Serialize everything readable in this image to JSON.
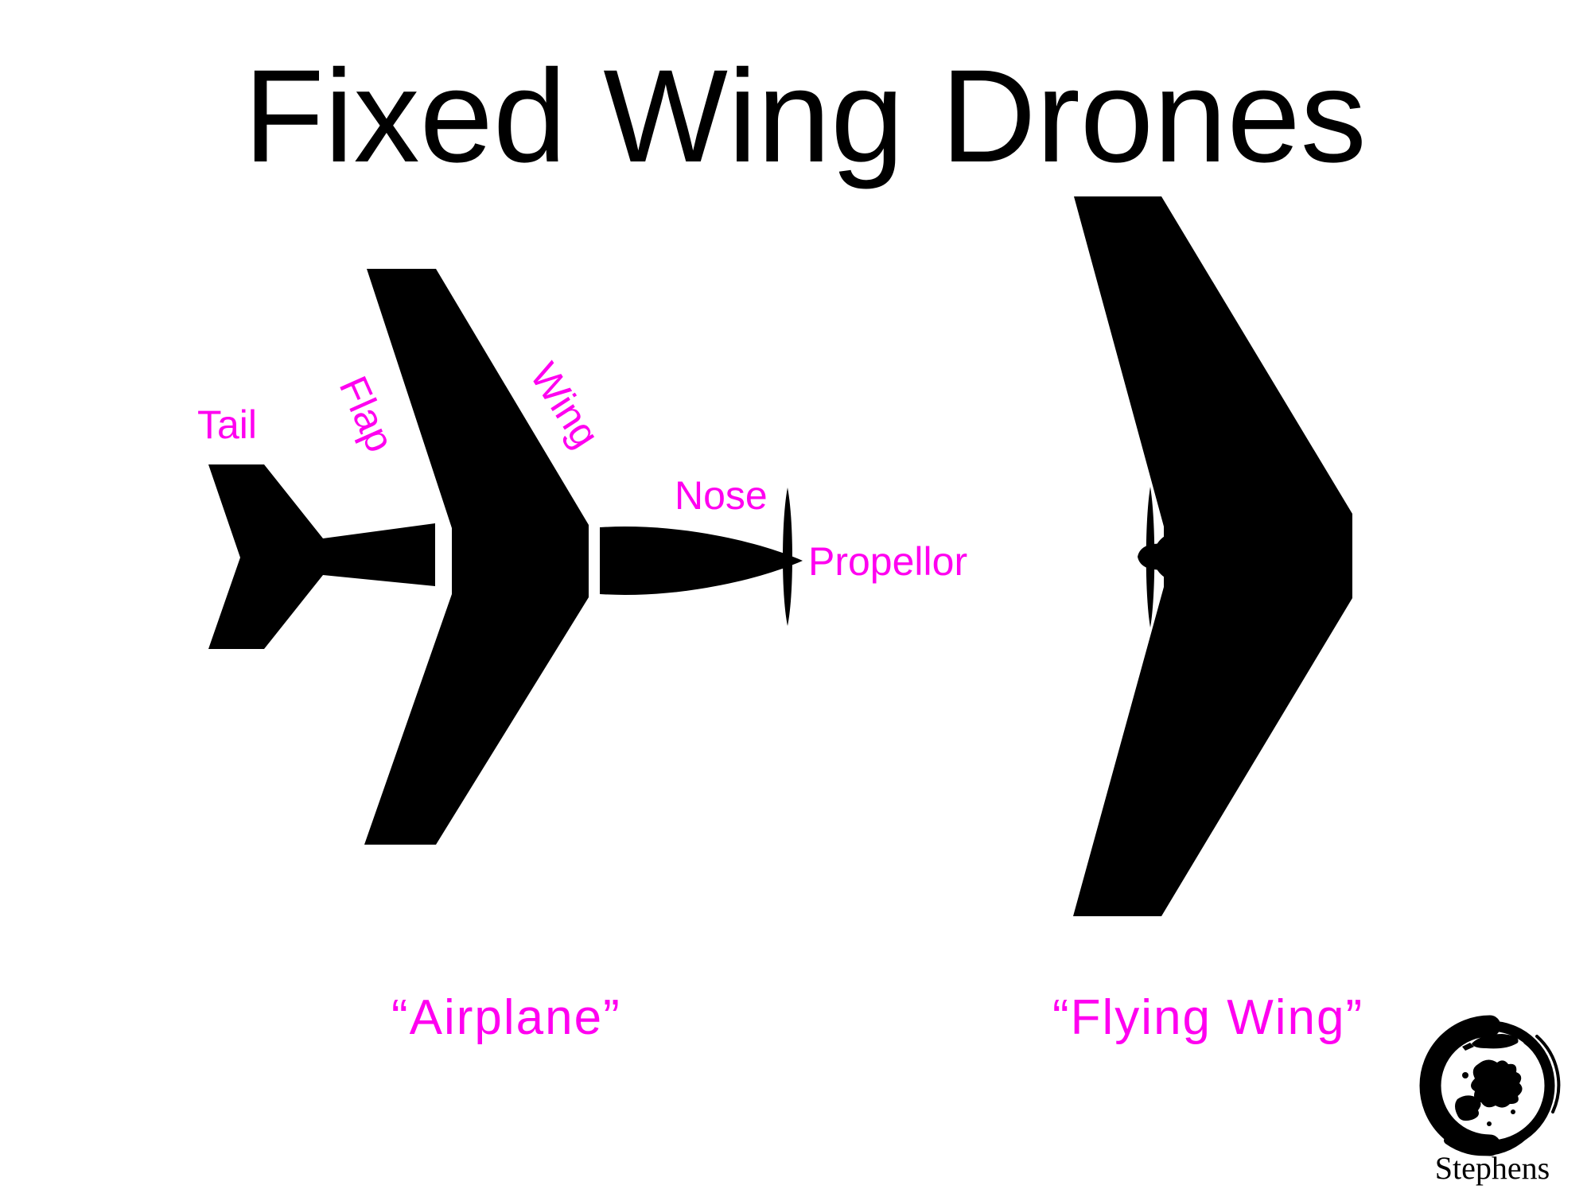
{
  "title": "Fixed Wing Drones",
  "colors": {
    "ink": "#000000",
    "label_magenta": "#FF00F0",
    "background": "#FFFFFF"
  },
  "airplane": {
    "caption": "“Airplane”",
    "part_labels": {
      "tail": "Tail",
      "flap": "Flap",
      "wing": "Wing",
      "nose": "Nose",
      "propellor": "Propellor"
    }
  },
  "flying_wing": {
    "caption": "“Flying Wing”"
  },
  "logo": {
    "text": "Stephens"
  }
}
